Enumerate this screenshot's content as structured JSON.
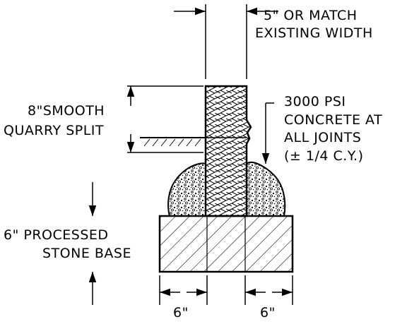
{
  "labels": {
    "wall_width_line1": "5\" OR MATCH",
    "wall_width_line2": "EXISTING WIDTH",
    "stone_height_line1": "8\"SMOOTH",
    "stone_height_line2": "QUARRY SPLIT",
    "concrete_line1": "3000 PSI",
    "concrete_line2": "CONCRETE AT",
    "concrete_line3": "ALL JOINTS",
    "concrete_line4": "(± 1/4 C.Y.)",
    "base_line1": "6\" PROCESSED",
    "base_line2": "STONE BASE",
    "left_offset": "6\"",
    "right_offset": "6\""
  },
  "colors": {
    "ink": "#000000",
    "background": "#ffffff"
  }
}
